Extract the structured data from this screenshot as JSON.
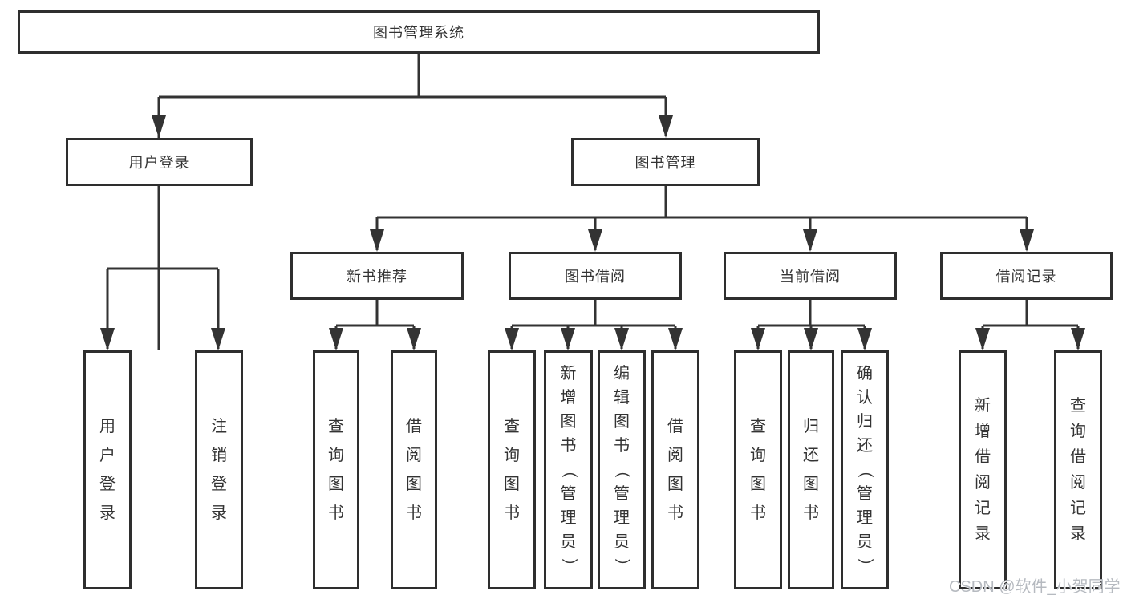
{
  "tree": {
    "root": {
      "label": "图书管理系统"
    },
    "branches": [
      {
        "label": "用户登录",
        "children": [
          {
            "label": "用户登录"
          },
          {
            "label": "注销登录"
          }
        ]
      },
      {
        "label": "图书管理",
        "children": [
          {
            "label": "新书推荐",
            "children": [
              {
                "label": "查询图书"
              },
              {
                "label": "借阅图书"
              }
            ]
          },
          {
            "label": "图书借阅",
            "children": [
              {
                "label": "查询图书"
              },
              {
                "label": "新增图书（管理员）"
              },
              {
                "label": "编辑图书（管理员）"
              },
              {
                "label": "借阅图书"
              }
            ]
          },
          {
            "label": "当前借阅",
            "children": [
              {
                "label": "查询图书"
              },
              {
                "label": "归还图书"
              },
              {
                "label": "确认归还（管理员）"
              }
            ]
          },
          {
            "label": "借阅记录",
            "children": [
              {
                "label": "新增借阅记录"
              },
              {
                "label": "查询借阅记录"
              }
            ]
          }
        ]
      }
    ]
  },
  "watermark": "CSDN @软件_小贺同学",
  "colors": {
    "line": "#333333",
    "box_border": "#2e2e2e",
    "text": "#333333",
    "background": "#ffffff",
    "watermark": "#b6bac0"
  }
}
